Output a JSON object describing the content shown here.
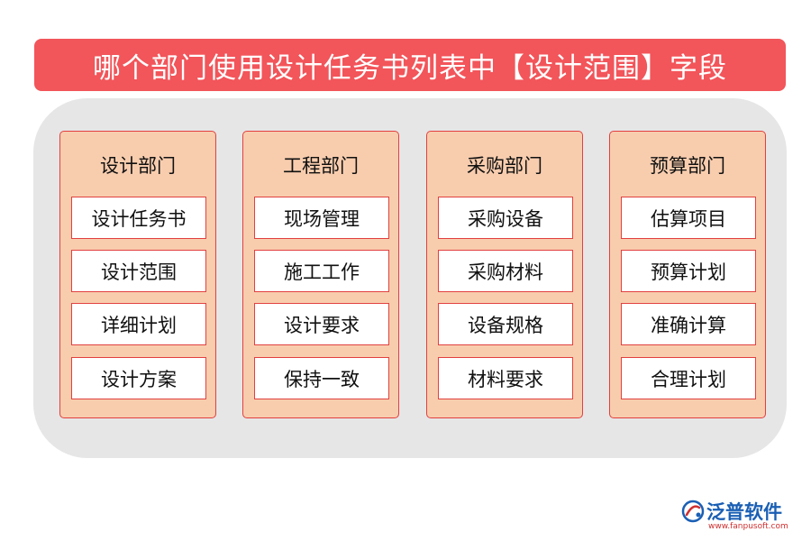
{
  "title": "哪个部门使用设计任务书列表中【设计范围】字段",
  "colors": {
    "title_bg": "#f2555a",
    "panel_bg": "#e6e6e6",
    "column_bg": "#f8cdae",
    "border": "#e24040",
    "logo_blue": "#1a5fb4"
  },
  "departments": [
    {
      "name": "设计部门",
      "items": [
        "设计任务书",
        "设计范围",
        "详细计划",
        "设计方案"
      ]
    },
    {
      "name": "工程部门",
      "items": [
        "现场管理",
        "施工工作",
        "设计要求",
        "保持一致"
      ]
    },
    {
      "name": "采购部门",
      "items": [
        "采购设备",
        "采购材料",
        "设备规格",
        "材料要求"
      ]
    },
    {
      "name": "预算部门",
      "items": [
        "估算项目",
        "预算计划",
        "准确计算",
        "合理计划"
      ]
    }
  ],
  "logo": {
    "name": "泛普软件",
    "url": "www.fanpusoft.com",
    "icon": "fanpu-logo-icon"
  }
}
